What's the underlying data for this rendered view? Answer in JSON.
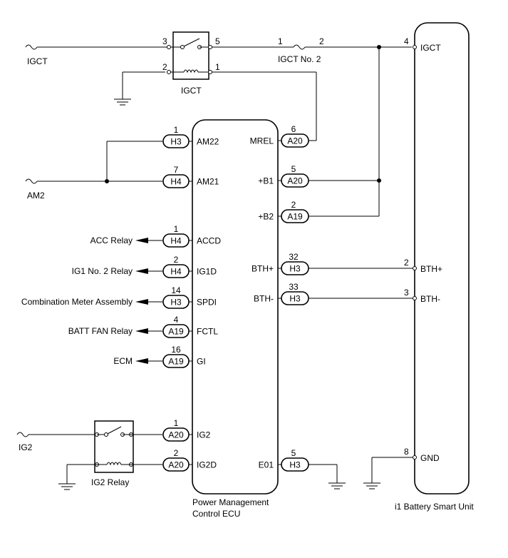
{
  "components": {
    "ecu": {
      "line1": "Power Management",
      "line2": "Control ECU"
    },
    "battery_unit": "i1 Battery Smart Unit",
    "igct_relay": "IGCT",
    "ig2_relay": "IG2 Relay",
    "igct_fuse_no2": "IGCT No. 2"
  },
  "supplies": {
    "igct": "IGCT",
    "am2": "AM2",
    "ig2": "IG2"
  },
  "igct_relay_pins": {
    "p3": "3",
    "p5": "5",
    "p2": "2",
    "p1": "1"
  },
  "fuse_pins": {
    "p1": "1",
    "p2": "2"
  },
  "ecu_left_pins": [
    {
      "pin": "1",
      "conn": "H3",
      "name": "AM22"
    },
    {
      "pin": "7",
      "conn": "H4",
      "name": "AM21"
    },
    {
      "pin": "1",
      "conn": "H4",
      "name": "ACCD"
    },
    {
      "pin": "2",
      "conn": "H4",
      "name": "IG1D"
    },
    {
      "pin": "14",
      "conn": "H3",
      "name": "SPDI"
    },
    {
      "pin": "4",
      "conn": "A19",
      "name": "FCTL"
    },
    {
      "pin": "16",
      "conn": "A19",
      "name": "GI"
    },
    {
      "pin": "1",
      "conn": "A20",
      "name": "IG2"
    },
    {
      "pin": "2",
      "conn": "A20",
      "name": "IG2D"
    }
  ],
  "ecu_right_pins": [
    {
      "pin": "6",
      "conn": "A20",
      "name": "MREL"
    },
    {
      "pin": "5",
      "conn": "A20",
      "name": "+B1"
    },
    {
      "pin": "2",
      "conn": "A19",
      "name": "+B2"
    },
    {
      "pin": "32",
      "conn": "H3",
      "name": "BTH+"
    },
    {
      "pin": "33",
      "conn": "H3",
      "name": "BTH-"
    },
    {
      "pin": "5",
      "conn": "H3",
      "name": "E01"
    }
  ],
  "outputs": [
    "ACC Relay",
    "IG1 No. 2 Relay",
    "Combination Meter Assembly",
    "BATT FAN Relay",
    "ECM"
  ],
  "battery_pins": [
    {
      "pin": "4",
      "name": "IGCT"
    },
    {
      "pin": "2",
      "name": "BTH+"
    },
    {
      "pin": "3",
      "name": "BTH-"
    },
    {
      "pin": "8",
      "name": "GND"
    }
  ]
}
